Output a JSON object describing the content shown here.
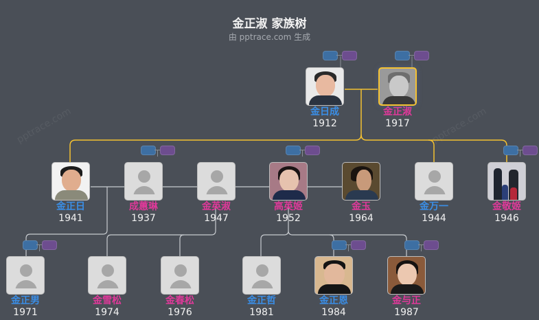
{
  "header": {
    "title": "金正淑 家族树",
    "subtitle": "由 pptrace.com 生成"
  },
  "watermark": "pptrace.com",
  "colors": {
    "background": "#4a4f57",
    "male": "#3a8ee6",
    "female": "#e0399a",
    "main_line": "#f5c231",
    "other_line": "#c8ccd0",
    "tag_blue": "#3d6fa3",
    "tag_purple": "#6d4d8f"
  },
  "generations": [
    {
      "level": 1,
      "members": [
        {
          "name": "金日成",
          "year": "1912",
          "gender": "male",
          "photo": "photo",
          "highlight": false
        },
        {
          "name": "金正淑",
          "year": "1917",
          "gender": "female",
          "photo": "photo",
          "highlight": true
        }
      ]
    },
    {
      "level": 2,
      "members": [
        {
          "name": "金正日",
          "year": "1941",
          "gender": "male",
          "photo": "photo"
        },
        {
          "name": "成蕙琳",
          "year": "1937",
          "gender": "female",
          "photo": "placeholder"
        },
        {
          "name": "金英淑",
          "year": "1947",
          "gender": "female",
          "photo": "placeholder"
        },
        {
          "name": "高英姬",
          "year": "1952",
          "gender": "female",
          "photo": "photo"
        },
        {
          "name": "金玉",
          "year": "1964",
          "gender": "female",
          "photo": "photo"
        },
        {
          "name": "金万一",
          "year": "1944",
          "gender": "male",
          "photo": "placeholder"
        },
        {
          "name": "金敬姬",
          "year": "1946",
          "gender": "female",
          "photo": "photo"
        }
      ]
    },
    {
      "level": 3,
      "members": [
        {
          "name": "金正男",
          "year": "1971",
          "gender": "male",
          "photo": "placeholder"
        },
        {
          "name": "金雪松",
          "year": "1974",
          "gender": "female",
          "photo": "placeholder"
        },
        {
          "name": "金春松",
          "year": "1976",
          "gender": "female",
          "photo": "placeholder"
        },
        {
          "name": "金正哲",
          "year": "1981",
          "gender": "male",
          "photo": "placeholder"
        },
        {
          "name": "金正恩",
          "year": "1984",
          "gender": "male",
          "photo": "photo"
        },
        {
          "name": "金与正",
          "year": "1987",
          "gender": "female",
          "photo": "photo"
        }
      ]
    }
  ]
}
